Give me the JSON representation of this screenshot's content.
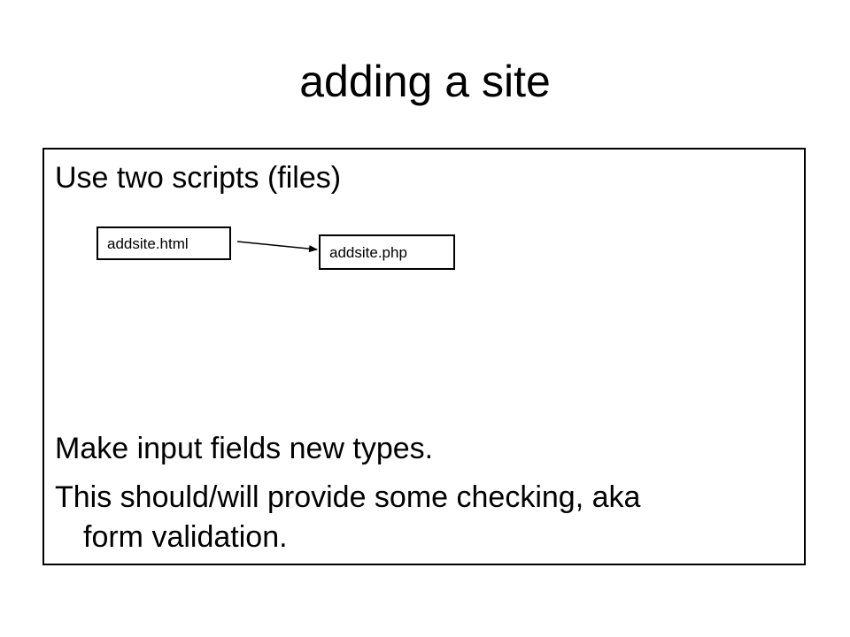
{
  "slide": {
    "title": "adding a site",
    "lines": [
      "Use two scripts (files)",
      "Make input fields new types.",
      "This should/will provide some checking, aka",
      "form validation."
    ]
  },
  "diagram": {
    "source": "addsite.html",
    "target": "addsite.php",
    "connector": "arrow"
  }
}
